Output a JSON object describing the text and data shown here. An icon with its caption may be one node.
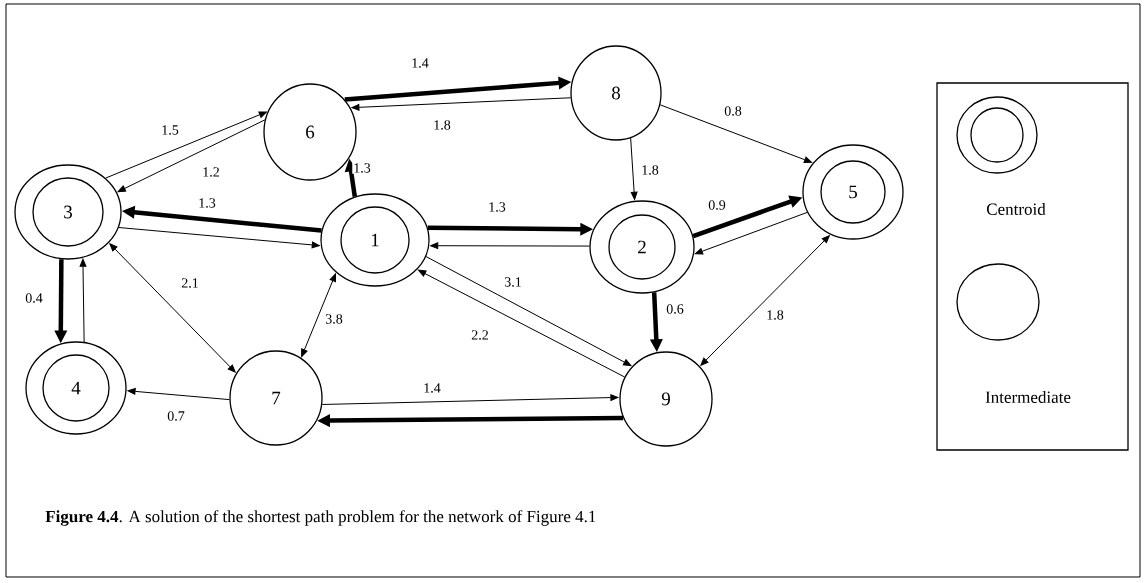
{
  "diagram": {
    "caption": "**Figure 4.4**. A solution of the shortest path problem for the network of Figure 4.1",
    "nodes": [
      {
        "text": [
          "1"
        ]
      },
      {
        "text": [
          "2"
        ]
      },
      {
        "text": [
          "3"
        ]
      },
      {
        "text": [
          "4"
        ]
      },
      {
        "text": [
          "5"
        ]
      },
      {
        "text": [
          "6"
        ]
      },
      {
        "text": [
          "7"
        ]
      },
      {
        "text": [
          "8"
        ]
      },
      {
        "text": [
          "9"
        ]
      }
    ],
    "edges": [
      {
        "from": 5,
        "to": 7,
        "arrow": "to",
        "style": "thick",
        "label": "1.4"
      },
      {
        "from": 7,
        "to": 5,
        "arrow": "to",
        "label": "1.8"
      },
      {
        "from": 2,
        "to": 5,
        "arrow": "to",
        "label": "1.5"
      },
      {
        "from": 5,
        "to": 2,
        "arrow": "to",
        "label": "1.2"
      },
      {
        "from": 0,
        "to": 5,
        "arrow": "to",
        "style": "thick",
        "label": "1.3"
      },
      {
        "from": 0,
        "to": 2,
        "arrow": "to",
        "style": "thick",
        "label": "1.3"
      },
      {
        "from": 2,
        "to": 0,
        "arrow": "to"
      },
      {
        "from": 0,
        "to": 1,
        "arrow": "to",
        "style": "thick",
        "label": "1.3"
      },
      {
        "from": 1,
        "to": 0,
        "arrow": "to"
      },
      {
        "from": 7,
        "to": 1,
        "arrow": "to",
        "label": "1.8"
      },
      {
        "from": 7,
        "to": 4,
        "arrow": "to",
        "label": "0.8"
      },
      {
        "from": 1,
        "to": 4,
        "arrow": "to",
        "style": "thick",
        "label": "0.9"
      },
      {
        "from": 4,
        "to": 1,
        "arrow": "to"
      },
      {
        "from": 1,
        "to": 8,
        "arrow": "to",
        "style": "thick",
        "label": "0.6"
      },
      {
        "from": 0,
        "to": 8,
        "arrow": "to",
        "label": "3.1"
      },
      {
        "from": 8,
        "to": 0,
        "arrow": "to",
        "label": "2.2"
      },
      {
        "from": 4,
        "to": 8,
        "arrow": "both",
        "label": "1.8"
      },
      {
        "from": 2,
        "to": 3,
        "arrow": "to",
        "style": "thick",
        "label": "0.4"
      },
      {
        "from": 3,
        "to": 2,
        "arrow": "to"
      },
      {
        "from": 2,
        "to": 6,
        "arrow": "both",
        "label": "2.1"
      },
      {
        "from": 0,
        "to": 6,
        "arrow": "both",
        "label": "3.8"
      },
      {
        "from": 6,
        "to": 3,
        "arrow": "to",
        "label": "0.7"
      },
      {
        "from": 6,
        "to": 8,
        "arrow": "to",
        "label": "1.4"
      },
      {
        "from": 8,
        "to": 6,
        "arrow": "to",
        "style": "thick"
      }
    ],
    "legend": [
      {
        "text": "Centroid"
      },
      {
        "text": "Intermediate"
      }
    ]
  }
}
